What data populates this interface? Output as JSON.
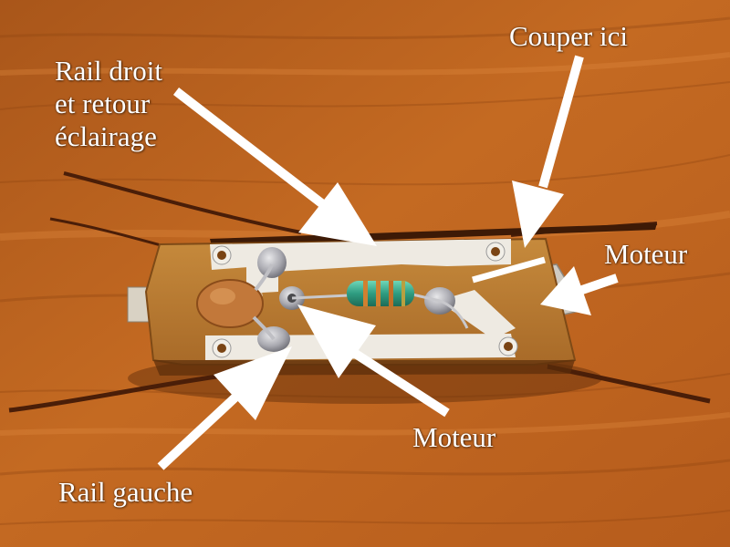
{
  "labels": {
    "rail_droit": [
      "Rail droit",
      "et retour",
      "éclairage"
    ],
    "couper_ici": "Couper ici",
    "moteur_right": "Moteur",
    "moteur_bottom": "Moteur",
    "rail_gauche": "Rail gauche"
  },
  "colors": {
    "wood": "#b8621e",
    "pcb": "#b87a30",
    "copper_trace": "#eeeae2",
    "arrow": "#ffffff",
    "resistor_body": "#3aa58a",
    "capacitor": "#c07a3a"
  }
}
